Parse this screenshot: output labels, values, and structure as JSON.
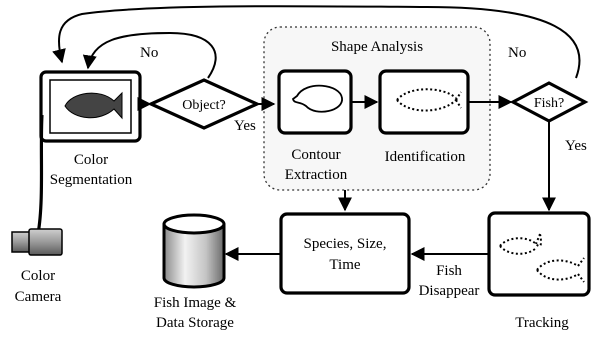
{
  "nodes": {
    "color_camera": {
      "label_line1": "Color",
      "label_line2": "Camera"
    },
    "color_segmentation": {
      "label_line1": "Color",
      "label_line2": "Segmentation"
    },
    "object_decision": {
      "label": "Object?"
    },
    "shape_analysis": {
      "title": "Shape Analysis"
    },
    "contour_extraction": {
      "label_line1": "Contour",
      "label_line2": "Extraction"
    },
    "identification": {
      "label": "Identification"
    },
    "fish_decision": {
      "label": "Fish?"
    },
    "tracking": {
      "label": "Tracking"
    },
    "species_size_time": {
      "label_line1": "Species, Size,",
      "label_line2": "Time"
    },
    "fish_image_storage": {
      "label_line1": "Fish Image &",
      "label_line2": "Data Storage"
    }
  },
  "edges": {
    "object_no": "No",
    "object_yes": "Yes",
    "fish_no": "No",
    "fish_yes": "Yes",
    "fish_disappear_line1": "Fish",
    "fish_disappear_line2": "Disappear"
  }
}
